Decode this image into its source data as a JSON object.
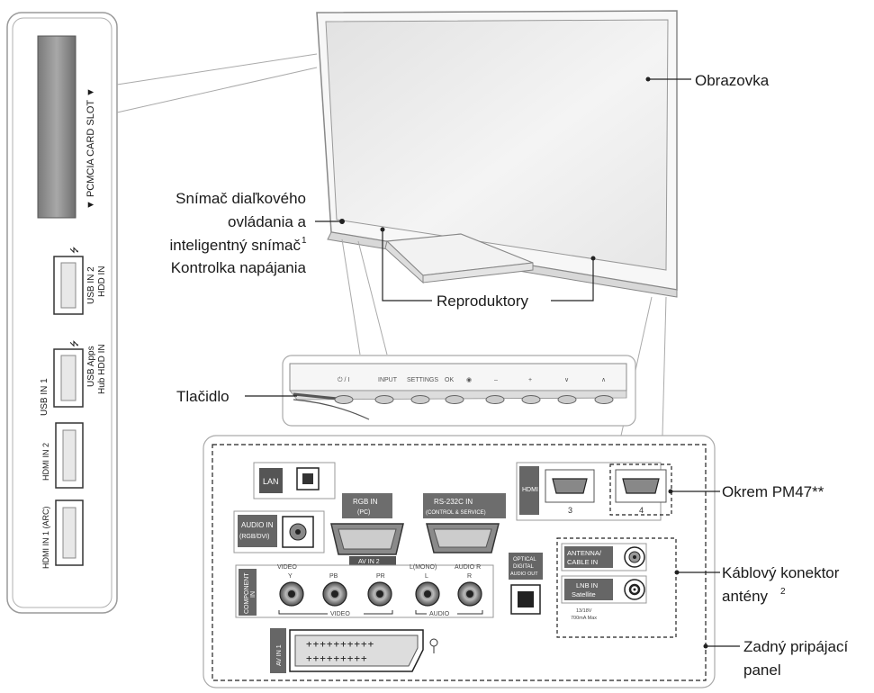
{
  "side_panel": {
    "pcmcia_label": "▼ PCMCIA CARD SLOT ▼",
    "usb2_label": "USB IN 2",
    "usb2_sub": "HDD IN",
    "usb1_label": "USB IN 1",
    "usb1_sub": "USB Apps",
    "usb1_sub2": "Hub HDD IN",
    "hdmi2_label": "HDMI IN 2",
    "hdmi1_label": "HDMI IN 1 (ARC)"
  },
  "callouts": {
    "screen": "Obrazovka",
    "remote_sensor_line1": "Snímač diaľkového",
    "remote_sensor_line2": "ovládania a",
    "remote_sensor_line3": "inteligentný snímač",
    "remote_sensor_sup": "1",
    "power_led": "Kontrolka napájania",
    "speakers": "Reproduktory",
    "button": "Tlačidlo",
    "except_model": "Okrem PM47**",
    "antenna_line1": "Káblový konektor",
    "antenna_line2": "antény",
    "antenna_sup": "2",
    "rear_line1": "Zadný pripájací",
    "rear_line2": "panel"
  },
  "buttons_strip": {
    "labels": [
      "⏻ / I",
      "INPUT",
      "SETTINGS",
      "OK",
      "◉",
      "–",
      "+",
      "∨",
      "∧"
    ]
  },
  "rear_panel": {
    "lan": "LAN",
    "audio_in_line1": "AUDIO IN",
    "audio_in_line2": "(RGB/DVI)",
    "rgb_in_line1": "RGB IN",
    "rgb_in_line2": "(PC)",
    "rs232_line1": "RS-232C IN",
    "rs232_line2": "(CONTROL & SERVICE)",
    "av_label": "AV IN 2",
    "hdmi_in": "HDMI IN",
    "hdmi3": "3",
    "hdmi4": "4",
    "antenna_cable_line1": "ANTENNA/",
    "antenna_cable_line2": "CABLE IN",
    "lnb_line1": "LNB IN",
    "lnb_line2": "Satellite",
    "lnb_line3": "13/18V",
    "lnb_line4": "700mA Max",
    "component_line1": "COMPONENT",
    "component_line2": "IN",
    "video_top": "VIDEO",
    "audio_mono": "L(MONO)",
    "audio_r": "AUDIO R",
    "jack_y": "Y",
    "jack_pb": "PB",
    "jack_pr": "PR",
    "jack_l": "L",
    "jack_r": "R",
    "video_bottom": "VIDEO",
    "audio_bottom": "AUDIO",
    "optical_line1": "OPTICAL",
    "optical_line2": "DIGITAL",
    "optical_line3": "AUDIO OUT",
    "scart_label": "AV IN 1"
  }
}
